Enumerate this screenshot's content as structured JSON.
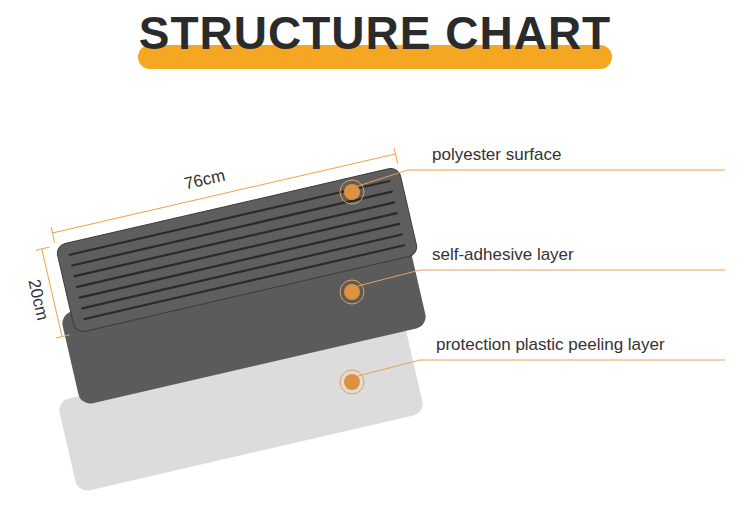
{
  "diagram": {
    "title": "STRUCTURE CHART",
    "labels": [
      "76cm",
      "20cm",
      "polyester surface",
      "self-adhesive layer",
      "protection plastic peeling layer"
    ]
  }
}
